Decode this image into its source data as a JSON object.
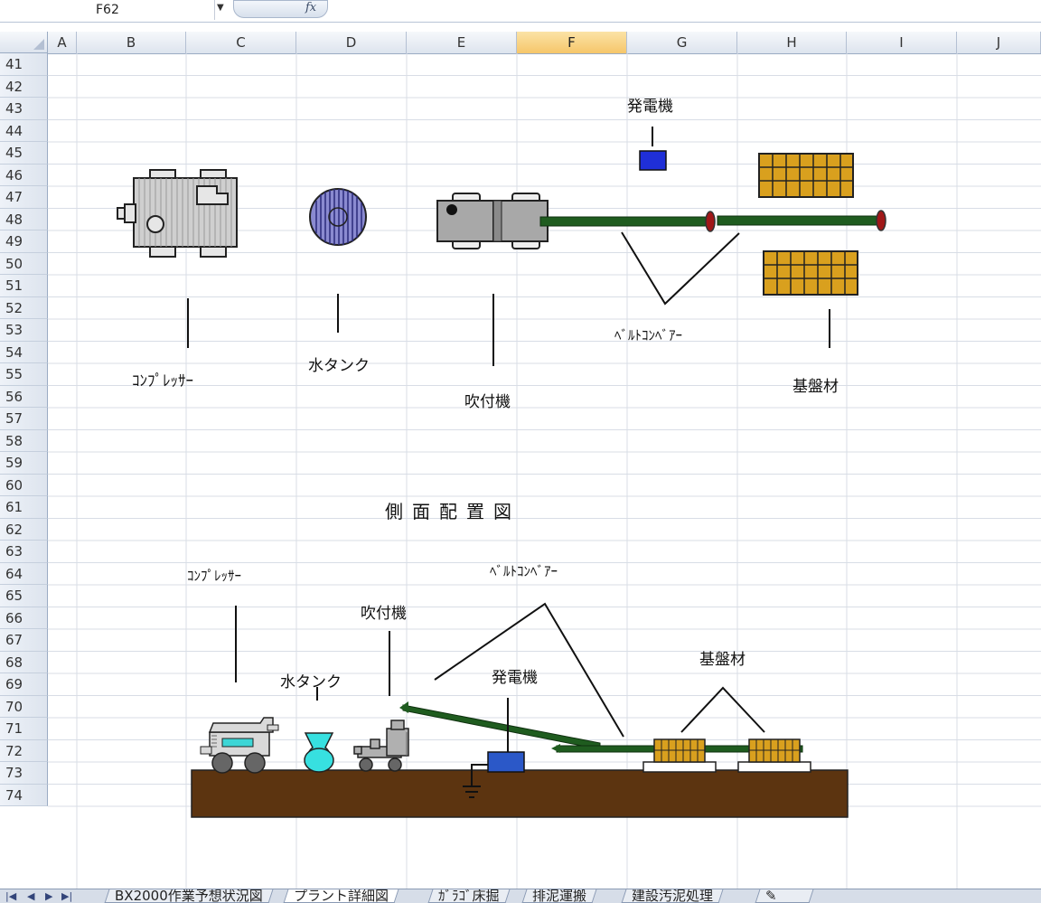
{
  "formula_bar": {
    "name_box": "F62",
    "fx": "fx"
  },
  "columns": [
    "A",
    "B",
    "C",
    "D",
    "E",
    "F",
    "G",
    "H",
    "I",
    "J"
  ],
  "selected_column": "F",
  "rows": [
    "41",
    "42",
    "43",
    "44",
    "45",
    "46",
    "47",
    "48",
    "49",
    "50",
    "51",
    "52",
    "53",
    "54",
    "55",
    "56",
    "57",
    "58",
    "59",
    "60",
    "61",
    "62",
    "63",
    "64",
    "65",
    "66",
    "67",
    "68",
    "69",
    "70",
    "71",
    "72",
    "73",
    "74"
  ],
  "top_diagram": {
    "compressor": "ｺﾝﾌﾟﾚｯｻｰ",
    "water_tank": "水タンク",
    "sprayer": "吹付機",
    "generator": "発電機",
    "belt_conveyor": "ﾍﾞﾙﾄｺﾝﾍﾞｱｰ",
    "base_material": "基盤材"
  },
  "side_title": "側面配置図",
  "side_diagram": {
    "compressor": "ｺﾝﾌﾟﾚｯｻｰ",
    "water_tank": "水タンク",
    "sprayer": "吹付機",
    "generator": "発電機",
    "belt_conveyor": "ﾍﾞﾙﾄｺﾝﾍﾞｱｰ",
    "base_material": "基盤材"
  },
  "sheet_tabs": [
    {
      "label": "BX2000作業予想状況図",
      "active": false
    },
    {
      "label": "プラント詳細図",
      "active": true
    },
    {
      "label": "ｶﾞﾗｺﾞ床掘",
      "active": false
    },
    {
      "label": "排泥運搬",
      "active": false
    },
    {
      "label": "建設汚泥処理",
      "active": false
    }
  ],
  "colors": {
    "conveyor": "#1f5c1f",
    "base_material": "#d9a01e",
    "generator": "#2042c8",
    "ground": "#5c3410",
    "water_tank": "#37e0e0",
    "selected_header": "#f6c66a"
  }
}
